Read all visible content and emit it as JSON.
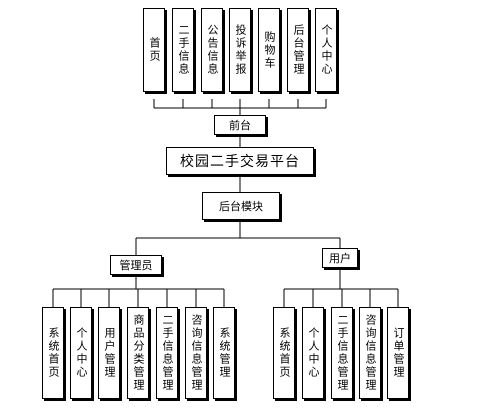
{
  "top_modules": [
    "首页",
    "二手信息",
    "公告信息",
    "投诉举报",
    "购物车",
    "后台管理",
    "个人中心"
  ],
  "front_label": "前台",
  "platform_title": "校园二手交易平台",
  "backend_label": "后台模块",
  "admin": {
    "label": "管理员",
    "children": [
      "系统首页",
      "个人中心",
      "用户管理",
      "商品分类管理",
      "二手信息管理",
      "咨询信息管理",
      "系统管理"
    ]
  },
  "user": {
    "label": "用户",
    "children": [
      "系统首页",
      "个人中心",
      "二手信息管理",
      "咨询信息管理",
      "订单管理"
    ]
  }
}
